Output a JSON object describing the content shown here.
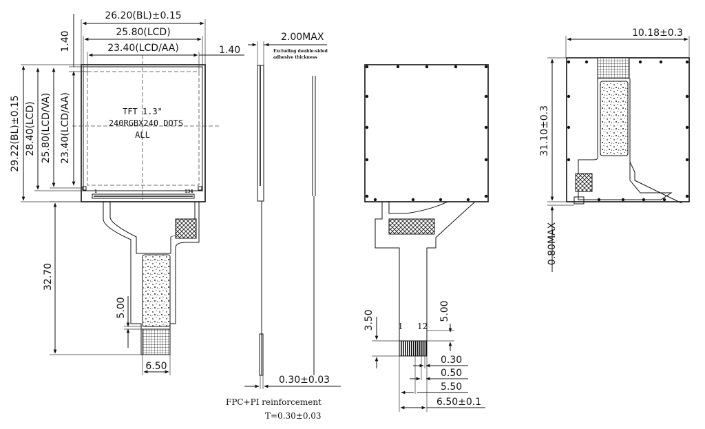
{
  "front_view": {
    "bl_width": "26.20(BL)±0.15",
    "lcd_width": "25.80(LCD)",
    "aa_width": "23.40(LCD/AA)",
    "offset_top": "1.40",
    "offset_right": "1.40",
    "bl_height": "29.22(BL)±0.15",
    "lcd_height": "28.40(LCD)",
    "va_height": "25.80(LCD/VA)",
    "aa_height": "23.40(LCD/AA)",
    "fpc_length": "32.70",
    "stiffener_gap": "5.00",
    "finger_width": "6.50",
    "panel_text": [
      "TFT 1.3\"",
      "240RGBX240 DOTS",
      "ALL"
    ],
    "pad_first": "1",
    "pad_last": "134"
  },
  "side_view": {
    "thickness": "2.00MAX",
    "note": [
      "Excluding double-sided",
      "adhesive thickness"
    ],
    "fpc_thickness": "0.30±0.03",
    "reinforcement": [
      "FPC+PI reinforcement",
      "T=0.30±0.03"
    ]
  },
  "back_view": {
    "dim_350": "3.50",
    "dim_500": "5.00",
    "pin_first": "1",
    "pin_last": "12",
    "pitch": "0.30",
    "width_050": "0.50",
    "span": "5.50",
    "total": "6.50±0.1"
  },
  "folded_view": {
    "width": "10.18±0.3",
    "height": "31.10±0.3",
    "thickness": "0.80MAX"
  }
}
